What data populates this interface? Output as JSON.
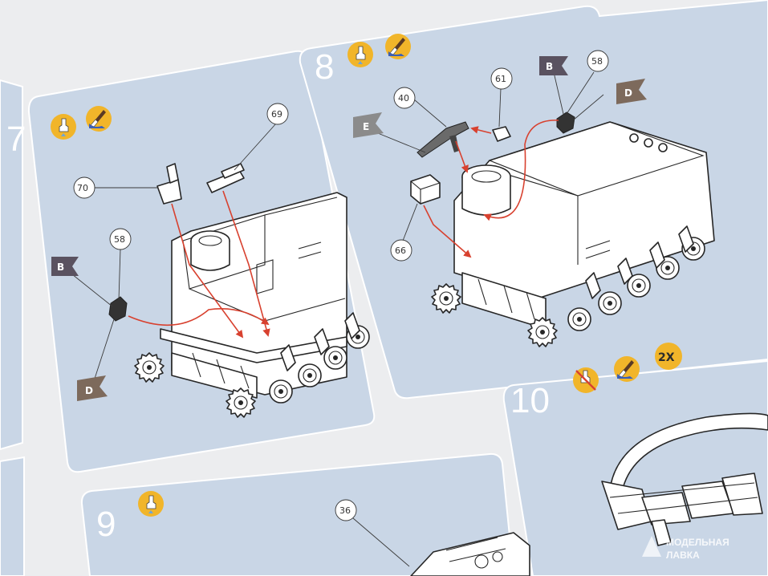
{
  "steps": [
    {
      "number": "7",
      "parts": [
        "70",
        "69",
        "58"
      ],
      "flags": [
        "B",
        "D"
      ]
    },
    {
      "number": "8",
      "parts": [
        "40",
        "61",
        "58",
        "66"
      ],
      "flags": [
        "E",
        "B",
        "D"
      ]
    },
    {
      "number": "9",
      "parts": [
        "36"
      ],
      "flags": []
    },
    {
      "number": "10",
      "parts": [],
      "flags": [],
      "badge": "2X"
    }
  ],
  "watermark": {
    "line1": "МОДЕЛЬНАЯ",
    "line2": "ЛАВКА"
  },
  "icons": [
    "glue-tube-icon",
    "paint-brush-icon",
    "no-glue-icon"
  ],
  "colors": {
    "panel": "#c9d6e6",
    "paper": "#ecedef",
    "icon_disc": "#f1b52a",
    "arrow_red": "#d8412f",
    "flag_dark": "#5a5260",
    "flag_brown": "#7d6a5c",
    "flag_grey": "#8b8b8b"
  }
}
